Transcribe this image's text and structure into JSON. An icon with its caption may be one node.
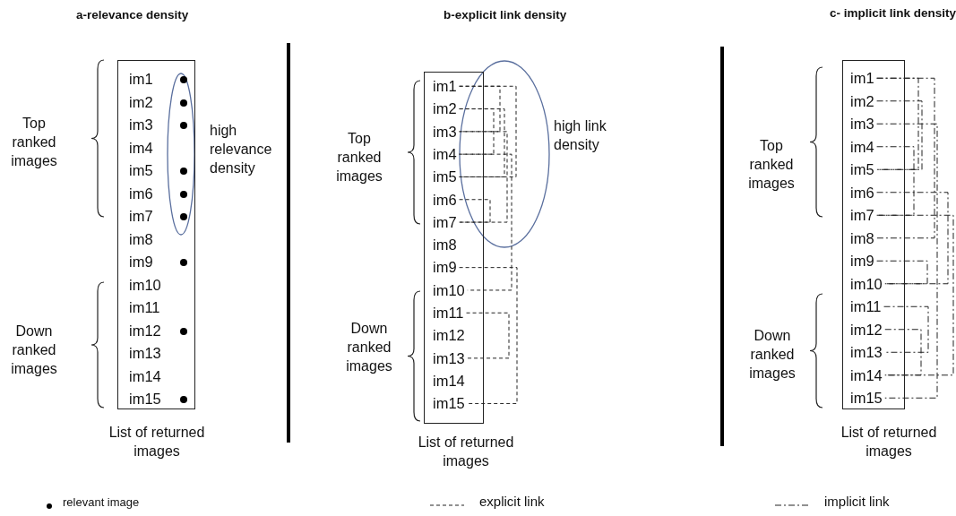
{
  "diagram": {
    "nodes": [
      {
        "text": [],
        "shape": "box",
        "beside": [
          "List of returned images"
        ]
      },
      {
        "text": [
          "im1"
        ],
        "in": 0
      },
      {
        "text": [
          "im2"
        ],
        "in": 0
      },
      {
        "text": [
          "im3"
        ],
        "in": 0
      },
      {
        "text": [
          "im4"
        ],
        "in": 0
      },
      {
        "text": [
          "im5"
        ],
        "in": 0
      },
      {
        "text": [
          "im6"
        ],
        "in": 0
      },
      {
        "text": [
          "im7"
        ],
        "in": 0
      },
      {
        "text": [
          "im8"
        ],
        "in": 0
      },
      {
        "text": [
          "im9"
        ],
        "in": 0
      },
      {
        "text": [
          "im10"
        ],
        "in": 0
      },
      {
        "text": [
          "im11"
        ],
        "in": 0
      },
      {
        "text": [
          "im12"
        ],
        "in": 0
      },
      {
        "text": [
          "im13"
        ],
        "in": 0
      },
      {
        "text": [
          "im14"
        ],
        "in": 0
      },
      {
        "text": [
          "im15"
        ],
        "in": 0
      },
      {
        "text": [],
        "shape": "circle",
        "in": 0
      },
      {
        "text": [],
        "shape": "circle",
        "in": 0
      },
      {
        "text": [],
        "shape": "circle",
        "in": 0
      },
      {
        "text": [],
        "shape": "circle",
        "in": 0
      },
      {
        "text": [],
        "shape": "circle",
        "in": 0
      },
      {
        "text": [],
        "shape": "circle",
        "in": 0
      },
      {
        "text": [],
        "shape": "circle",
        "in": 0
      },
      {
        "text": [],
        "shape": "circle",
        "in": 0
      },
      {
        "text": [],
        "shape": "circle",
        "in": 0
      },
      {
        "text": [],
        "shape": "box",
        "beside": [
          "List of returned images"
        ]
      },
      {
        "text": [
          "im1"
        ],
        "in": 25
      },
      {
        "text": [
          "im2"
        ],
        "in": 25
      },
      {
        "text": [
          "im3"
        ],
        "in": 25
      },
      {
        "text": [
          "im4"
        ],
        "in": 25
      },
      {
        "text": [
          "im5"
        ],
        "in": 25
      },
      {
        "text": [
          "im6"
        ],
        "in": 25
      },
      {
        "text": [
          "im7"
        ],
        "in": 25
      },
      {
        "text": [
          "im8"
        ],
        "in": 25
      },
      {
        "text": [
          "im9"
        ],
        "in": 25
      },
      {
        "text": [
          "im10"
        ],
        "in": 25
      },
      {
        "text": [
          "im11"
        ],
        "in": 25
      },
      {
        "text": [
          "im12"
        ],
        "in": 25
      },
      {
        "text": [
          "im13"
        ],
        "in": 25
      },
      {
        "text": [
          "im14"
        ],
        "in": 25
      },
      {
        "text": [
          "im15"
        ],
        "in": 25
      },
      {
        "text": [],
        "shape": "box",
        "beside": [
          "List of returned images"
        ]
      },
      {
        "text": [
          "im1"
        ],
        "in": 41
      },
      {
        "text": [
          "im2"
        ],
        "in": 41
      },
      {
        "text": [
          "im3"
        ],
        "in": 41
      },
      {
        "text": [
          "im4"
        ],
        "in": 41
      },
      {
        "text": [
          "im5"
        ],
        "in": 41
      },
      {
        "text": [
          "im6"
        ],
        "in": 41
      },
      {
        "text": [
          "im7"
        ],
        "in": 41
      },
      {
        "text": [
          "im8"
        ],
        "in": 41
      },
      {
        "text": [
          "im9"
        ],
        "in": 41
      },
      {
        "text": [
          "im10"
        ],
        "in": 41
      },
      {
        "text": [
          "im11"
        ],
        "in": 41
      },
      {
        "text": [
          "im12"
        ],
        "in": 41
      },
      {
        "text": [
          "im13"
        ],
        "in": 41
      },
      {
        "text": [
          "im14"
        ],
        "in": 41
      },
      {
        "text": [
          "im15"
        ],
        "in": 41
      }
    ],
    "edges": [
      {
        "from": 26,
        "to": 30,
        "arrow": "none",
        "style": "dashed"
      },
      {
        "from": 26,
        "to": 28,
        "arrow": "none",
        "style": "dashed"
      },
      {
        "from": 27,
        "to": 29,
        "arrow": "none",
        "style": "dashed"
      },
      {
        "from": 27,
        "to": 30,
        "arrow": "none",
        "style": "dashed"
      },
      {
        "from": 28,
        "to": 32,
        "arrow": "none",
        "style": "dashed"
      },
      {
        "from": 29,
        "to": 35,
        "arrow": "none",
        "style": "dashed"
      },
      {
        "from": 31,
        "to": 32,
        "arrow": "none",
        "style": "dashed"
      },
      {
        "from": 34,
        "to": 40,
        "arrow": "none",
        "style": "dashed"
      },
      {
        "from": 36,
        "to": 38,
        "arrow": "none",
        "style": "dashed"
      },
      {
        "from": 42,
        "to": 46,
        "arrow": "none",
        "style": "dashed"
      },
      {
        "from": 42,
        "to": 49,
        "arrow": "none",
        "style": "dashed"
      },
      {
        "from": 43,
        "to": 46,
        "arrow": "none",
        "style": "dashed"
      },
      {
        "from": 44,
        "to": 56,
        "arrow": "none",
        "style": "dashed"
      },
      {
        "from": 45,
        "to": 48,
        "arrow": "none",
        "style": "dashed"
      },
      {
        "from": 47,
        "to": 51,
        "arrow": "none",
        "style": "dashed"
      },
      {
        "from": 48,
        "to": 55,
        "arrow": "none",
        "style": "dashed"
      },
      {
        "from": 50,
        "to": 51,
        "arrow": "none",
        "style": "dashed"
      },
      {
        "from": 52,
        "to": 54,
        "arrow": "none",
        "style": "dashed"
      },
      {
        "from": 53,
        "to": 55,
        "arrow": "none",
        "style": "dashed"
      }
    ],
    "labels": [
      "a-relevance density",
      "b-explicit link density",
      "c- implicit link density",
      "Top ranked images",
      "high relevance density",
      "Down ranked images",
      "Top ranked images",
      "high link density",
      "Down ranked images",
      "Top ranked images",
      "Down ranked images"
    ],
    "legend": [
      {
        "text": "relevant image"
      },
      {
        "text": "explicit link"
      },
      {
        "text": "implicit link"
      }
    ]
  }
}
